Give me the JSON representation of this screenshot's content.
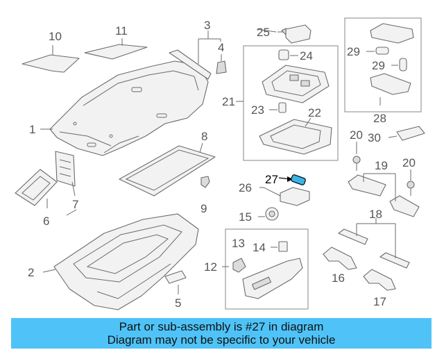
{
  "labels": {
    "p1": "1",
    "p2": "2",
    "p3": "3",
    "p4": "4",
    "p5": "5",
    "p6": "6",
    "p7": "7",
    "p8": "8",
    "p9": "9",
    "p10": "10",
    "p11": "11",
    "p12": "12",
    "p13": "13",
    "p14": "14",
    "p15": "15",
    "p16": "16",
    "p17": "17",
    "p18": "18",
    "p19": "19",
    "p20a": "20",
    "p20b": "20",
    "p21": "21",
    "p22": "22",
    "p23": "23",
    "p24": "24",
    "p25": "25",
    "p26": "26",
    "p27": "27",
    "p28": "28",
    "p29a": "29",
    "p29b": "29",
    "p30": "30"
  },
  "highlight": {
    "part": "27",
    "color": "#3ab4e8"
  },
  "banner": {
    "line1": "Part or sub-assembly is #27 in diagram",
    "line2": "Diagram may not be specific to your vehicle",
    "color": "#4fc3f7"
  }
}
